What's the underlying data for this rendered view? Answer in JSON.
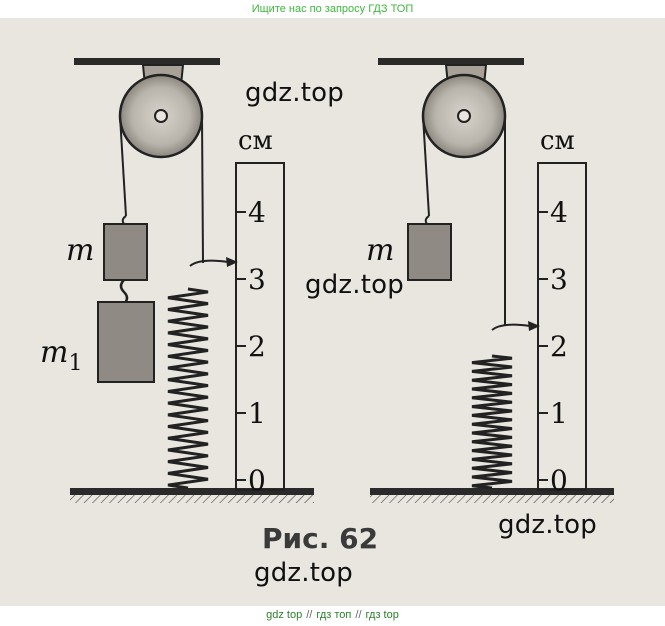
{
  "header": {
    "text": "Ищите нас по запросу ГДЗ ТОП"
  },
  "figure": {
    "caption": "Рис. 62",
    "unit": "см",
    "left_panel": {
      "mass_label": "m",
      "mass2_label": "m",
      "mass2_subscript": "1",
      "ticks": [
        "0",
        "1",
        "2",
        "3",
        "4"
      ],
      "pointer_value": 3
    },
    "right_panel": {
      "mass_label": "m",
      "ticks": [
        "0",
        "1",
        "2",
        "3",
        "4"
      ],
      "pointer_value": 2
    },
    "watermarks": [
      "gdz.top",
      "gdz.top",
      "gdz.top",
      "gdz.top"
    ]
  },
  "footer": {
    "links": [
      "gdz top",
      "гдз топ",
      "гдз top"
    ],
    "separator": "//"
  }
}
